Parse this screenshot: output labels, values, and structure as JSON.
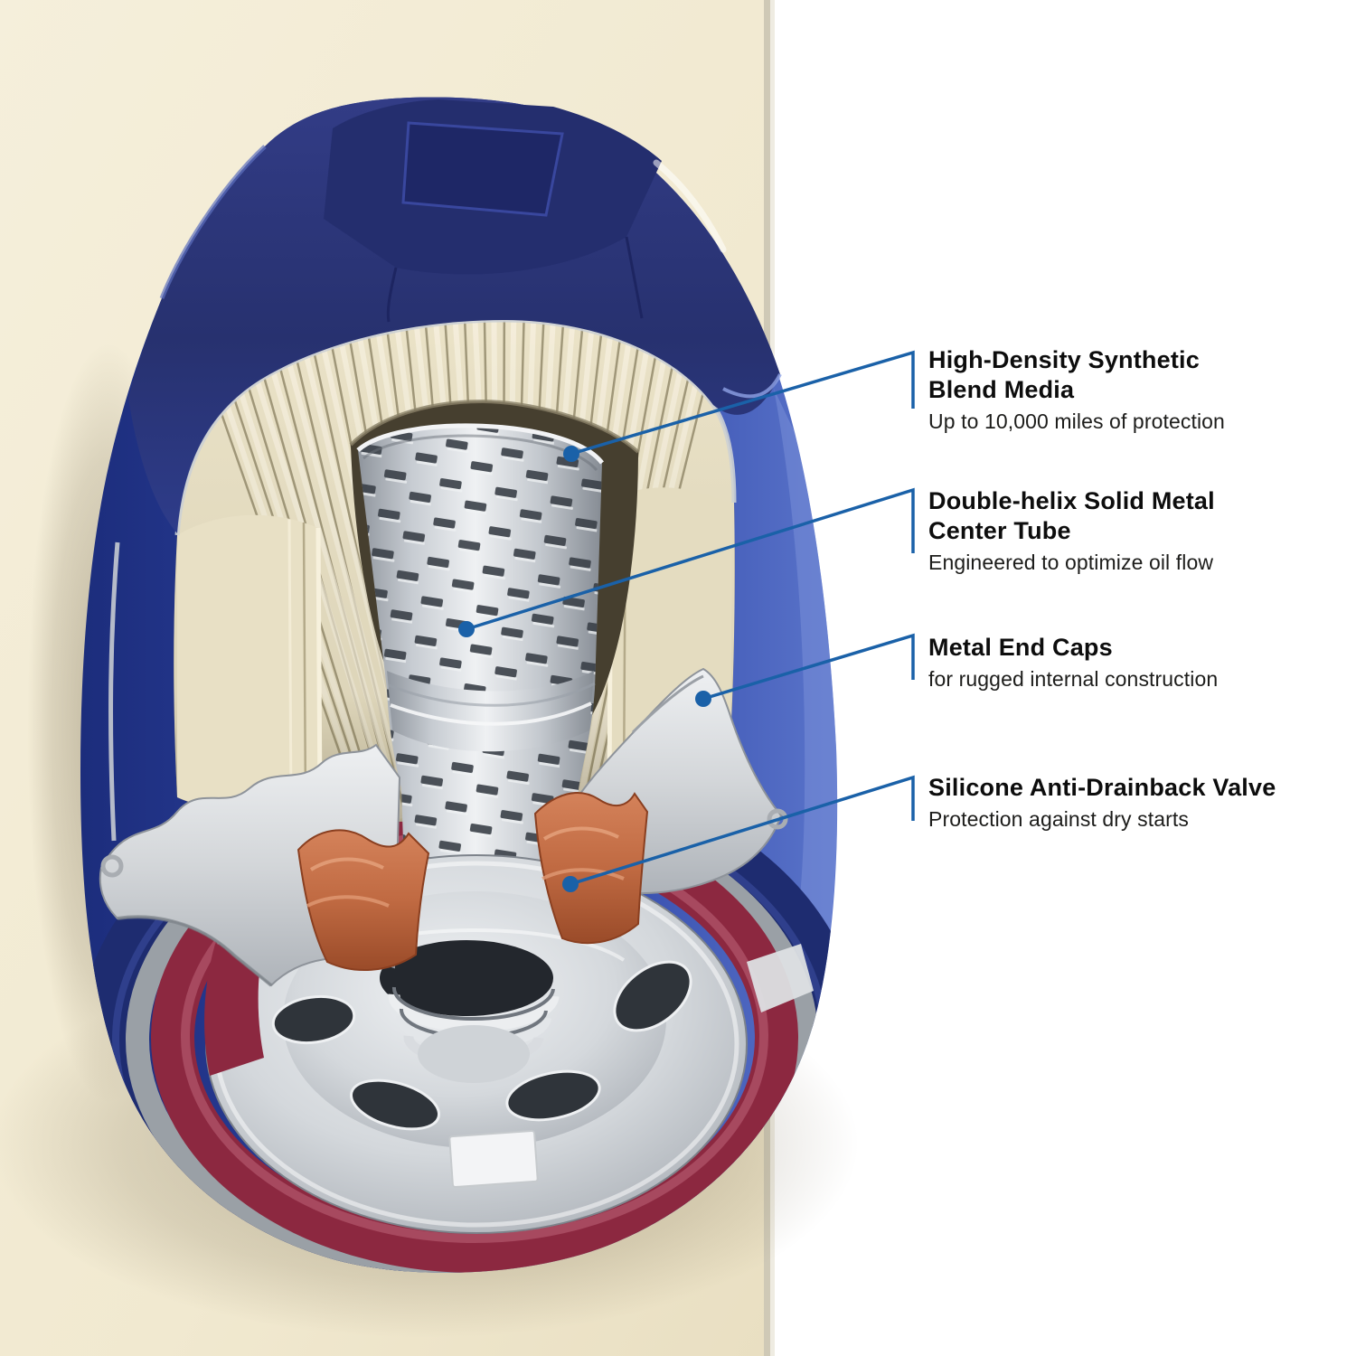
{
  "illustration": {
    "subject": "Cutaway illustration of a blue spin-on engine oil filter against a beige wall",
    "colors": {
      "wall": "#f2ebd3",
      "background": "#ffffff",
      "shell_blue": "#2b3f9a",
      "cap_navy": "#242e6e",
      "media_cream": "#ebe3c8",
      "tube_gray": "#c7ccd2",
      "end_cap_gray": "#d7d9db",
      "valve_orange": "#c06a42",
      "gasket_maroon": "#8c2840",
      "bottom_rim_navy": "#1e2c70"
    },
    "parts": [
      "outer-shell",
      "pleated-filter-media",
      "center-tube",
      "metal-end-caps",
      "silicone-anti-drainback-valve",
      "base-plate",
      "threaded-mount",
      "gasket-ring"
    ]
  },
  "style": {
    "accent_color": "#1a61a8",
    "title_color": "#0d0d0d",
    "desc_color": "#1d1d1b"
  },
  "callouts": [
    {
      "title_lines": [
        "High-Density Synthetic",
        "Blend Media"
      ],
      "description": "Up to 10,000 miles of protection"
    },
    {
      "title_lines": [
        "Double-helix Solid Metal",
        "Center Tube"
      ],
      "description": "Engineered to optimize oil flow"
    },
    {
      "title_lines": [
        "Metal End Caps"
      ],
      "description": "for rugged internal construction"
    },
    {
      "title_lines": [
        "Silicone Anti-Drainback Valve"
      ],
      "description": "Protection against dry starts"
    }
  ]
}
